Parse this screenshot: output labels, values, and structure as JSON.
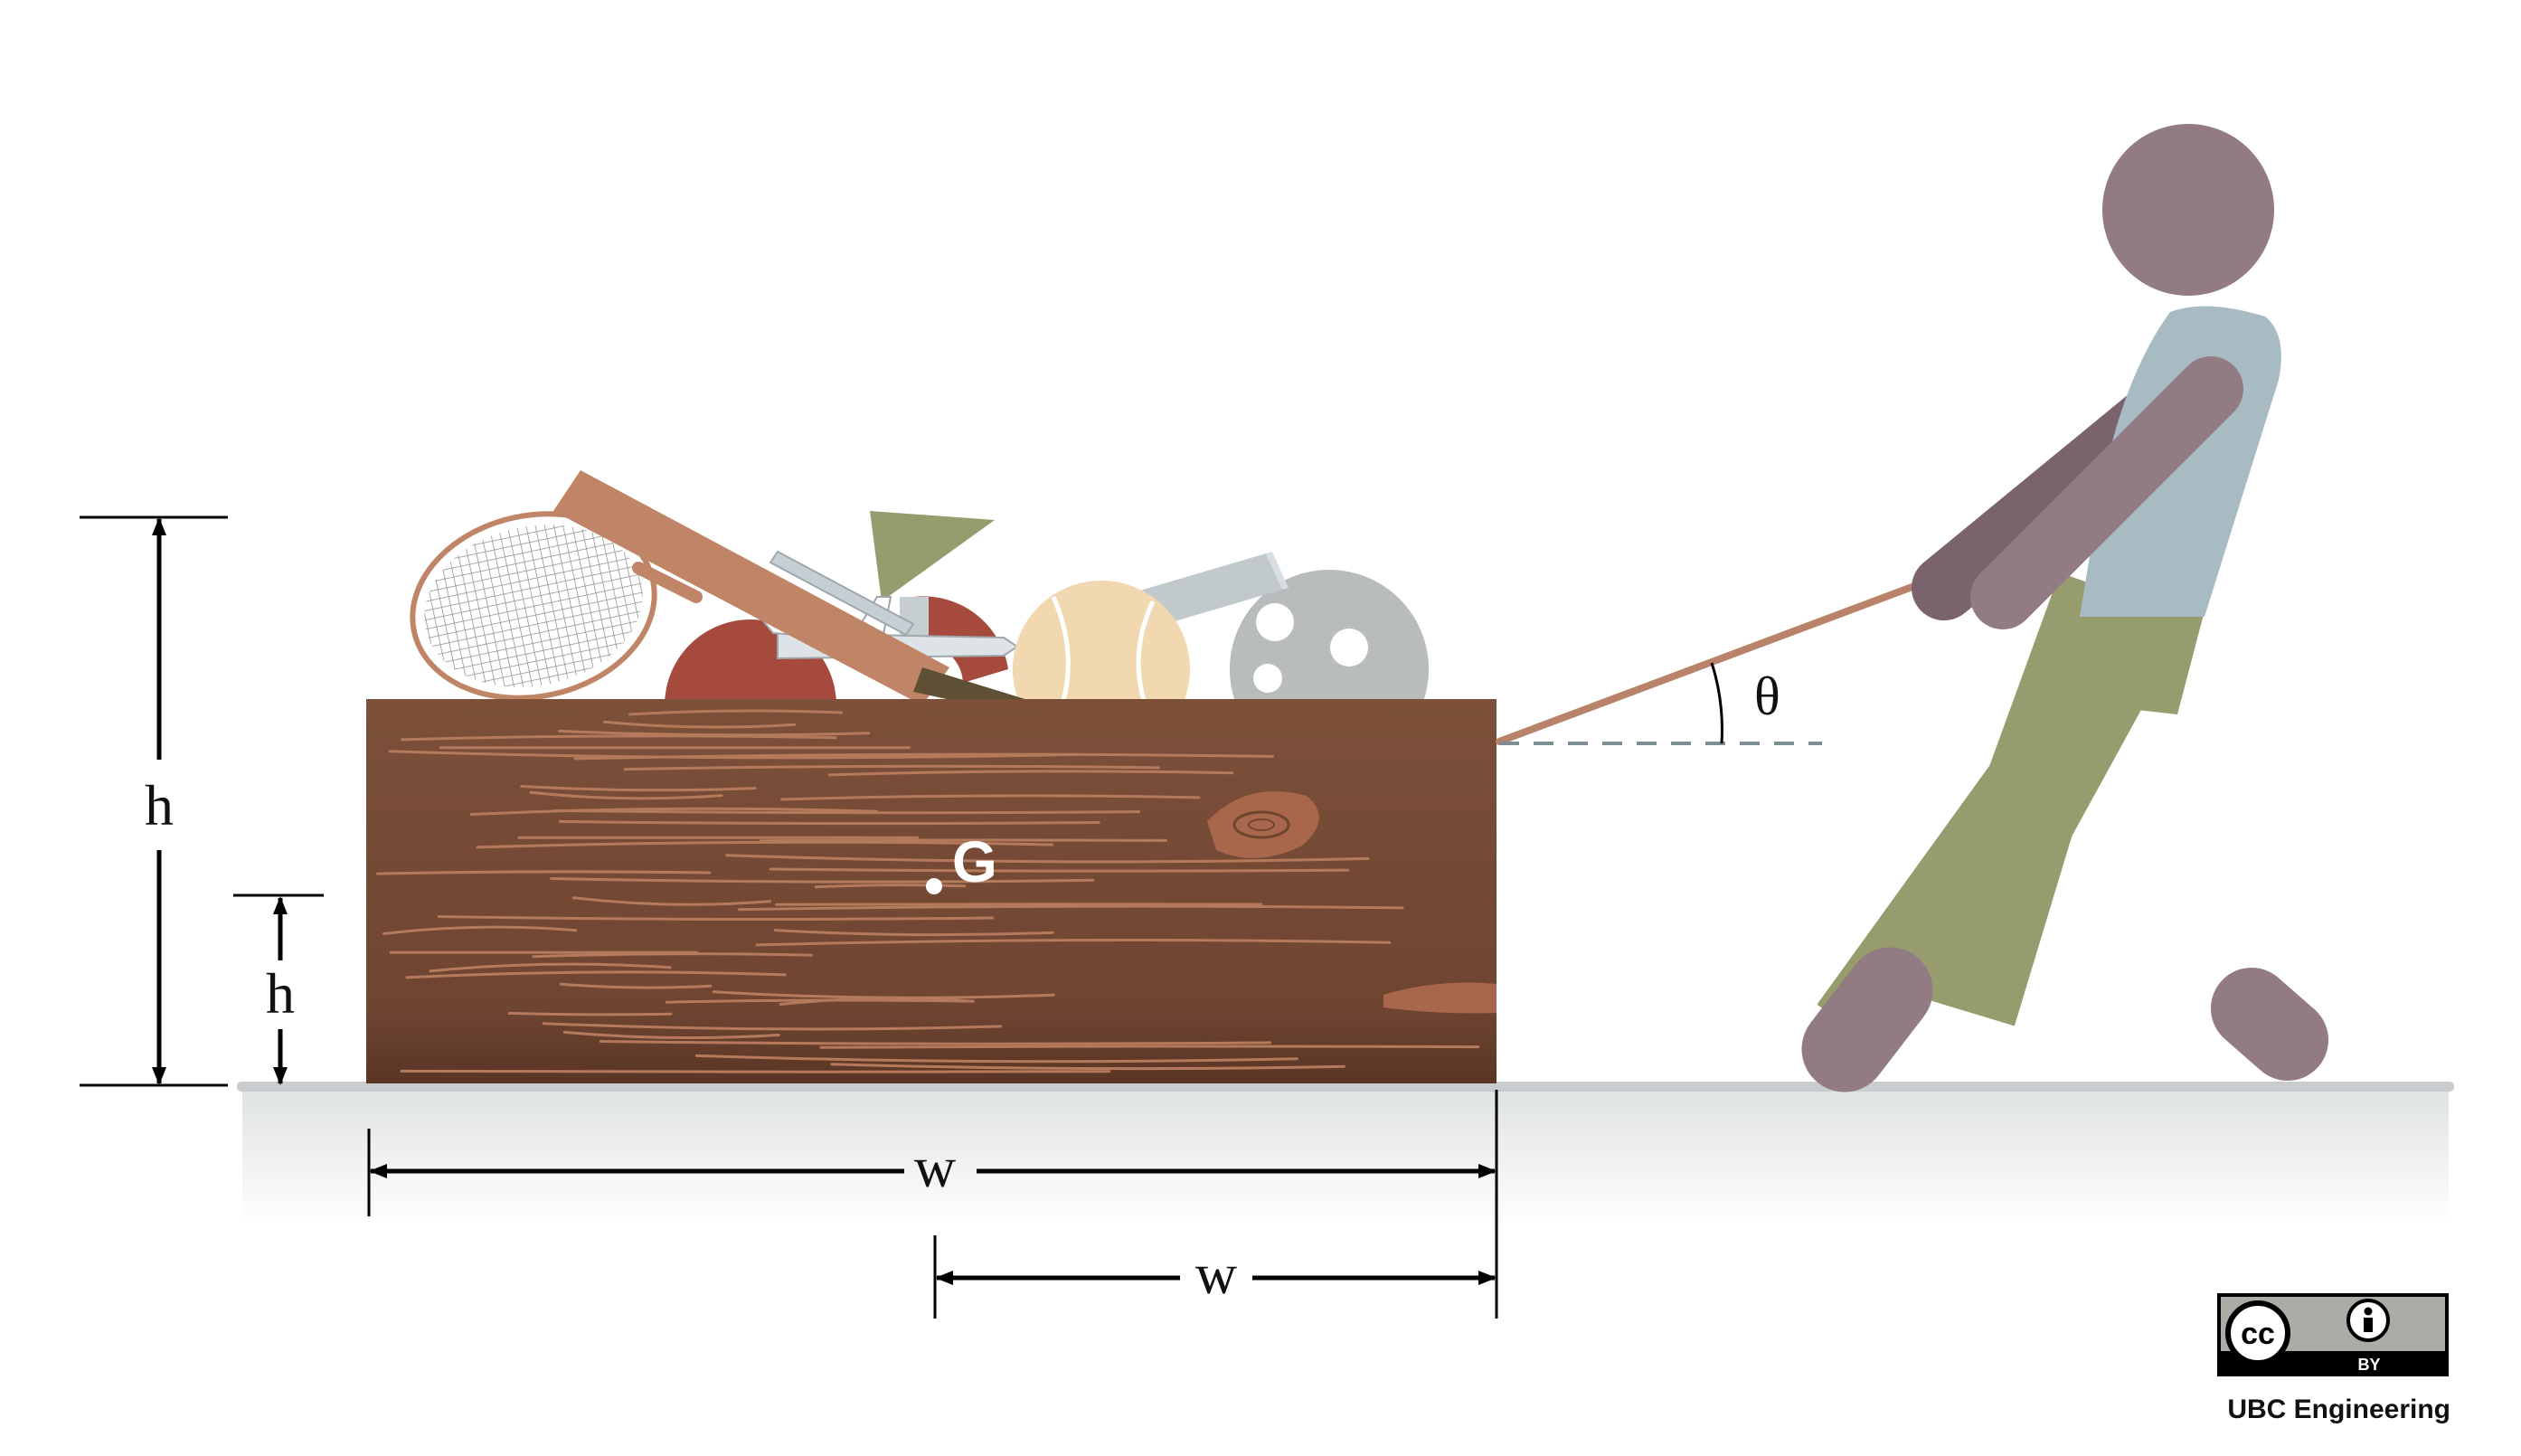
{
  "labels": {
    "total_height": "h",
    "cg_height": "h",
    "total_width": "w",
    "cg_offset": "w",
    "angle": "θ",
    "center_of_gravity": "G"
  },
  "license": {
    "badge_cc": "cc",
    "badge_by": "BY",
    "credit": "UBC Engineering"
  },
  "colors": {
    "box_wood": "#7a4e38",
    "wood_grain": "#b57a5c",
    "rope": "#b8836a",
    "person_skin": "#927b83",
    "person_shirt": "#a8bac2",
    "person_pants": "#979c6e",
    "ground": "#c8ccce",
    "dashed_reference": "#7d8f93"
  },
  "icons": [
    "creative-commons-icon",
    "attribution-person-icon"
  ]
}
